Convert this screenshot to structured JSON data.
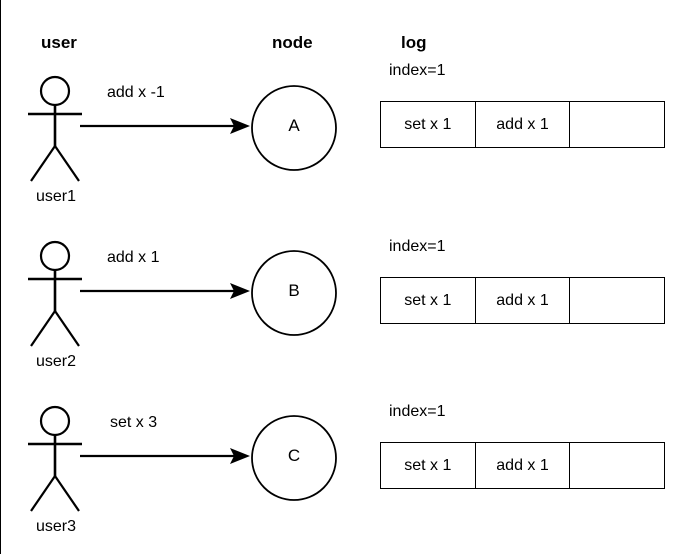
{
  "diagram": {
    "title": "user-node-log replication diagram",
    "background_color": "#ffffff",
    "stroke_color": "#000000",
    "headers": {
      "user": "user",
      "node": "node",
      "log": "log"
    },
    "rows": [
      {
        "actor_name": "user1",
        "actor_icon": "stick-figure-icon",
        "message": "add x -1",
        "node_label": "A",
        "index_label": "index=1",
        "log_cells": [
          "set x 1",
          "add x 1",
          ""
        ]
      },
      {
        "actor_name": "user2",
        "actor_icon": "stick-figure-icon",
        "message": "add x 1",
        "node_label": "B",
        "index_label": "index=1",
        "log_cells": [
          "set x 1",
          "add x 1",
          ""
        ]
      },
      {
        "actor_name": "user3",
        "actor_icon": "stick-figure-icon",
        "message": "set x 3",
        "node_label": "C",
        "index_label": "index=1",
        "log_cells": [
          "set x 1",
          "add x 1",
          ""
        ]
      }
    ]
  }
}
